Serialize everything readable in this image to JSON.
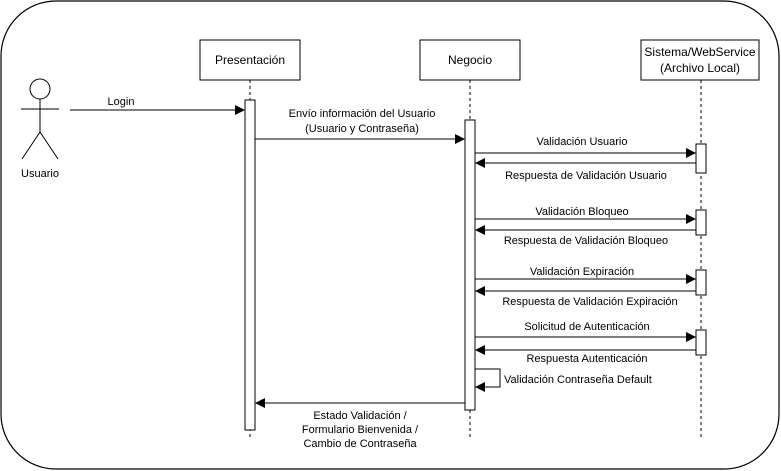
{
  "participants": {
    "actor": "Usuario",
    "presentacion": "Presentación",
    "negocio": "Negocio",
    "sistema_line1": "Sistema/WebService",
    "sistema_line2": "(Archivo Local)"
  },
  "messages": {
    "login": "Login",
    "envio_line1": "Envío información del Usuario",
    "envio_line2": "(Usuario y Contraseña)",
    "val_usuario": "Validación Usuario",
    "resp_usuario": "Respuesta de Validación Usuario",
    "val_bloqueo": "Validación Bloqueo",
    "resp_bloqueo": "Respuesta de Validación Bloqueo",
    "val_expiracion": "Validación Expiración",
    "resp_expiracion": "Respuesta de Validación Expiración",
    "sol_autenticacion": "Solicitud de Autenticación",
    "resp_autenticacion": "Respuesta Autenticación",
    "val_default": "Validación Contraseña Default",
    "estado_line1": "Estado Validación /",
    "estado_line2": "Formulario Bienvenida /",
    "estado_line3": "Cambio de Contraseña"
  }
}
